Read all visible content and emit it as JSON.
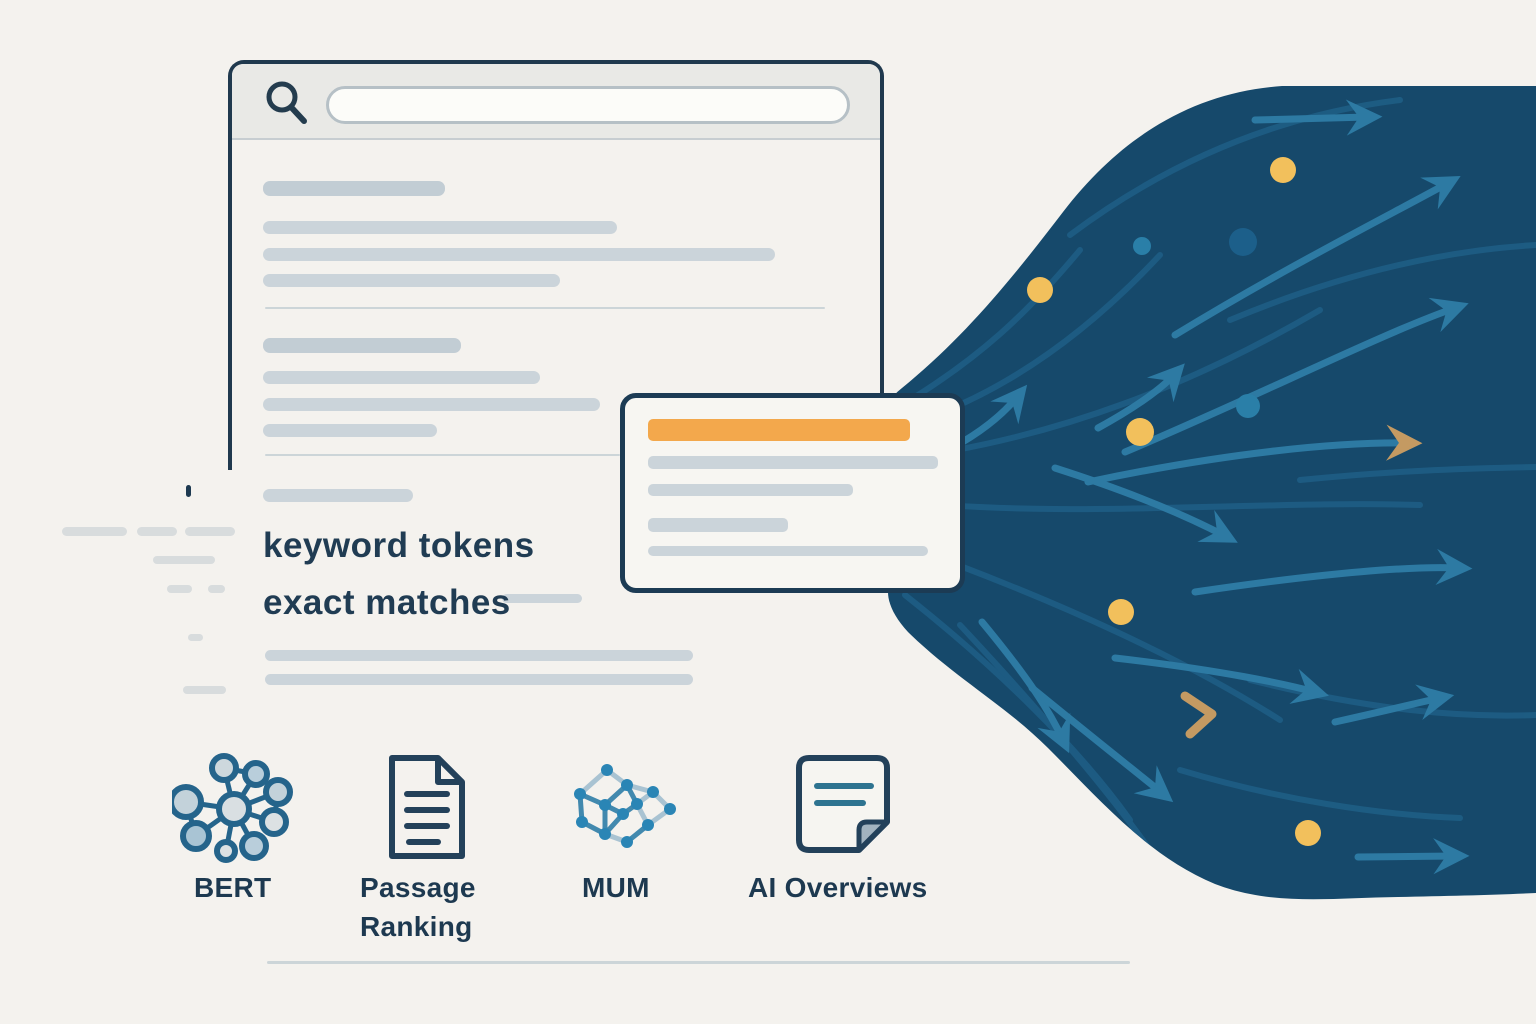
{
  "title": "Search evolution illustration: classic keyword SERP flowing into AI-driven ranking stream",
  "search_window": {
    "query_value": "",
    "placeholder": ""
  },
  "annotations": {
    "keyword_tokens": "keyword tokens",
    "exact_matches": "exact matches"
  },
  "milestones": [
    {
      "label": "BERT",
      "icon": "neural-hub-icon"
    },
    {
      "label": "Passage Ranking",
      "icon": "document-lines-icon"
    },
    {
      "label": "MUM",
      "icon": "mesh-network-icon"
    },
    {
      "label": "AI Overviews",
      "icon": "ai-note-icon"
    }
  ],
  "colors": {
    "background": "#f4f2ee",
    "funnel_navy": "#16496b",
    "flow_line": "#1e5e85",
    "arrow_teal": "#2d7aa3",
    "dot_yellow": "#f2c05c",
    "dot_teal": "#2a7fa8",
    "dot_dark_blue": "#1c5f8a",
    "chevron_tan": "#c49a62",
    "highlight_orange": "#f3a84c",
    "window_border": "#20394e",
    "header_gray": "#e9e9e6",
    "skeleton_gray": "#cbd4da",
    "text_navy": "#1d3950"
  }
}
